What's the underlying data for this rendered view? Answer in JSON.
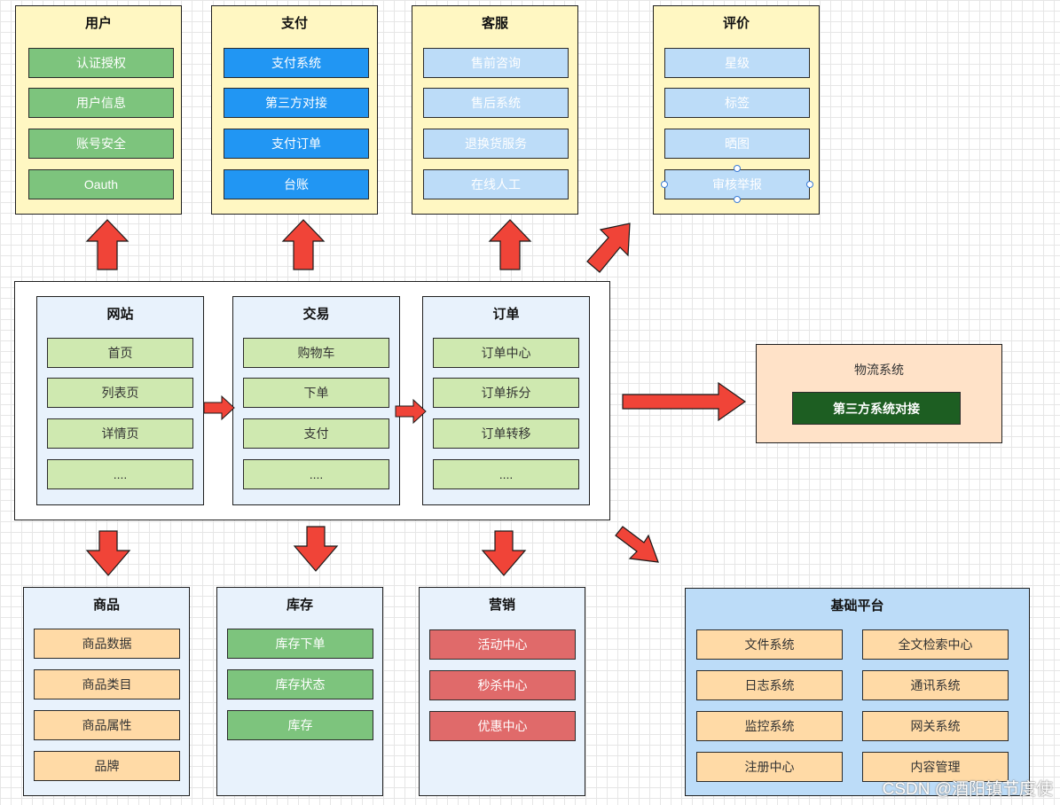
{
  "groups": {
    "user": {
      "title": "用户",
      "items": [
        "认证授权",
        "用户信息",
        "账号安全",
        "Oauth"
      ]
    },
    "payment": {
      "title": "支付",
      "items": [
        "支付系统",
        "第三方对接",
        "支付订单",
        "台账"
      ]
    },
    "service": {
      "title": "客服",
      "items": [
        "售前咨询",
        "售后系统",
        "退换货服务",
        "在线人工"
      ]
    },
    "review": {
      "title": "评价",
      "items": [
        "星级",
        "标签",
        "晒图",
        "审核举报"
      ]
    },
    "website": {
      "title": "网站",
      "items": [
        "首页",
        "列表页",
        "详情页",
        "...."
      ]
    },
    "trade": {
      "title": "交易",
      "items": [
        "购物车",
        "下单",
        "支付",
        "...."
      ]
    },
    "order": {
      "title": "订单",
      "items": [
        "订单中心",
        "订单拆分",
        "订单转移",
        "...."
      ]
    },
    "logistics": {
      "title": "物流系统",
      "items": [
        "第三方系统对接"
      ]
    },
    "product": {
      "title": "商品",
      "items": [
        "商品数据",
        "商品类目",
        "商品属性",
        "品牌"
      ]
    },
    "inventory": {
      "title": "库存",
      "items": [
        "库存下单",
        "库存状态",
        "库存"
      ]
    },
    "marketing": {
      "title": "营销",
      "items": [
        "活动中心",
        "秒杀中心",
        "优惠中心"
      ]
    },
    "base": {
      "title": "基础平台",
      "items": [
        "文件系统",
        "全文检索中心",
        "日志系统",
        "通讯系统",
        "监控系统",
        "网关系统",
        "注册中心",
        "内容管理"
      ]
    }
  },
  "watermark": "CSDN @酒阳镇节度使",
  "colors": {
    "arrow": "#f04438",
    "arrow_outline": "#1a1a1a"
  }
}
